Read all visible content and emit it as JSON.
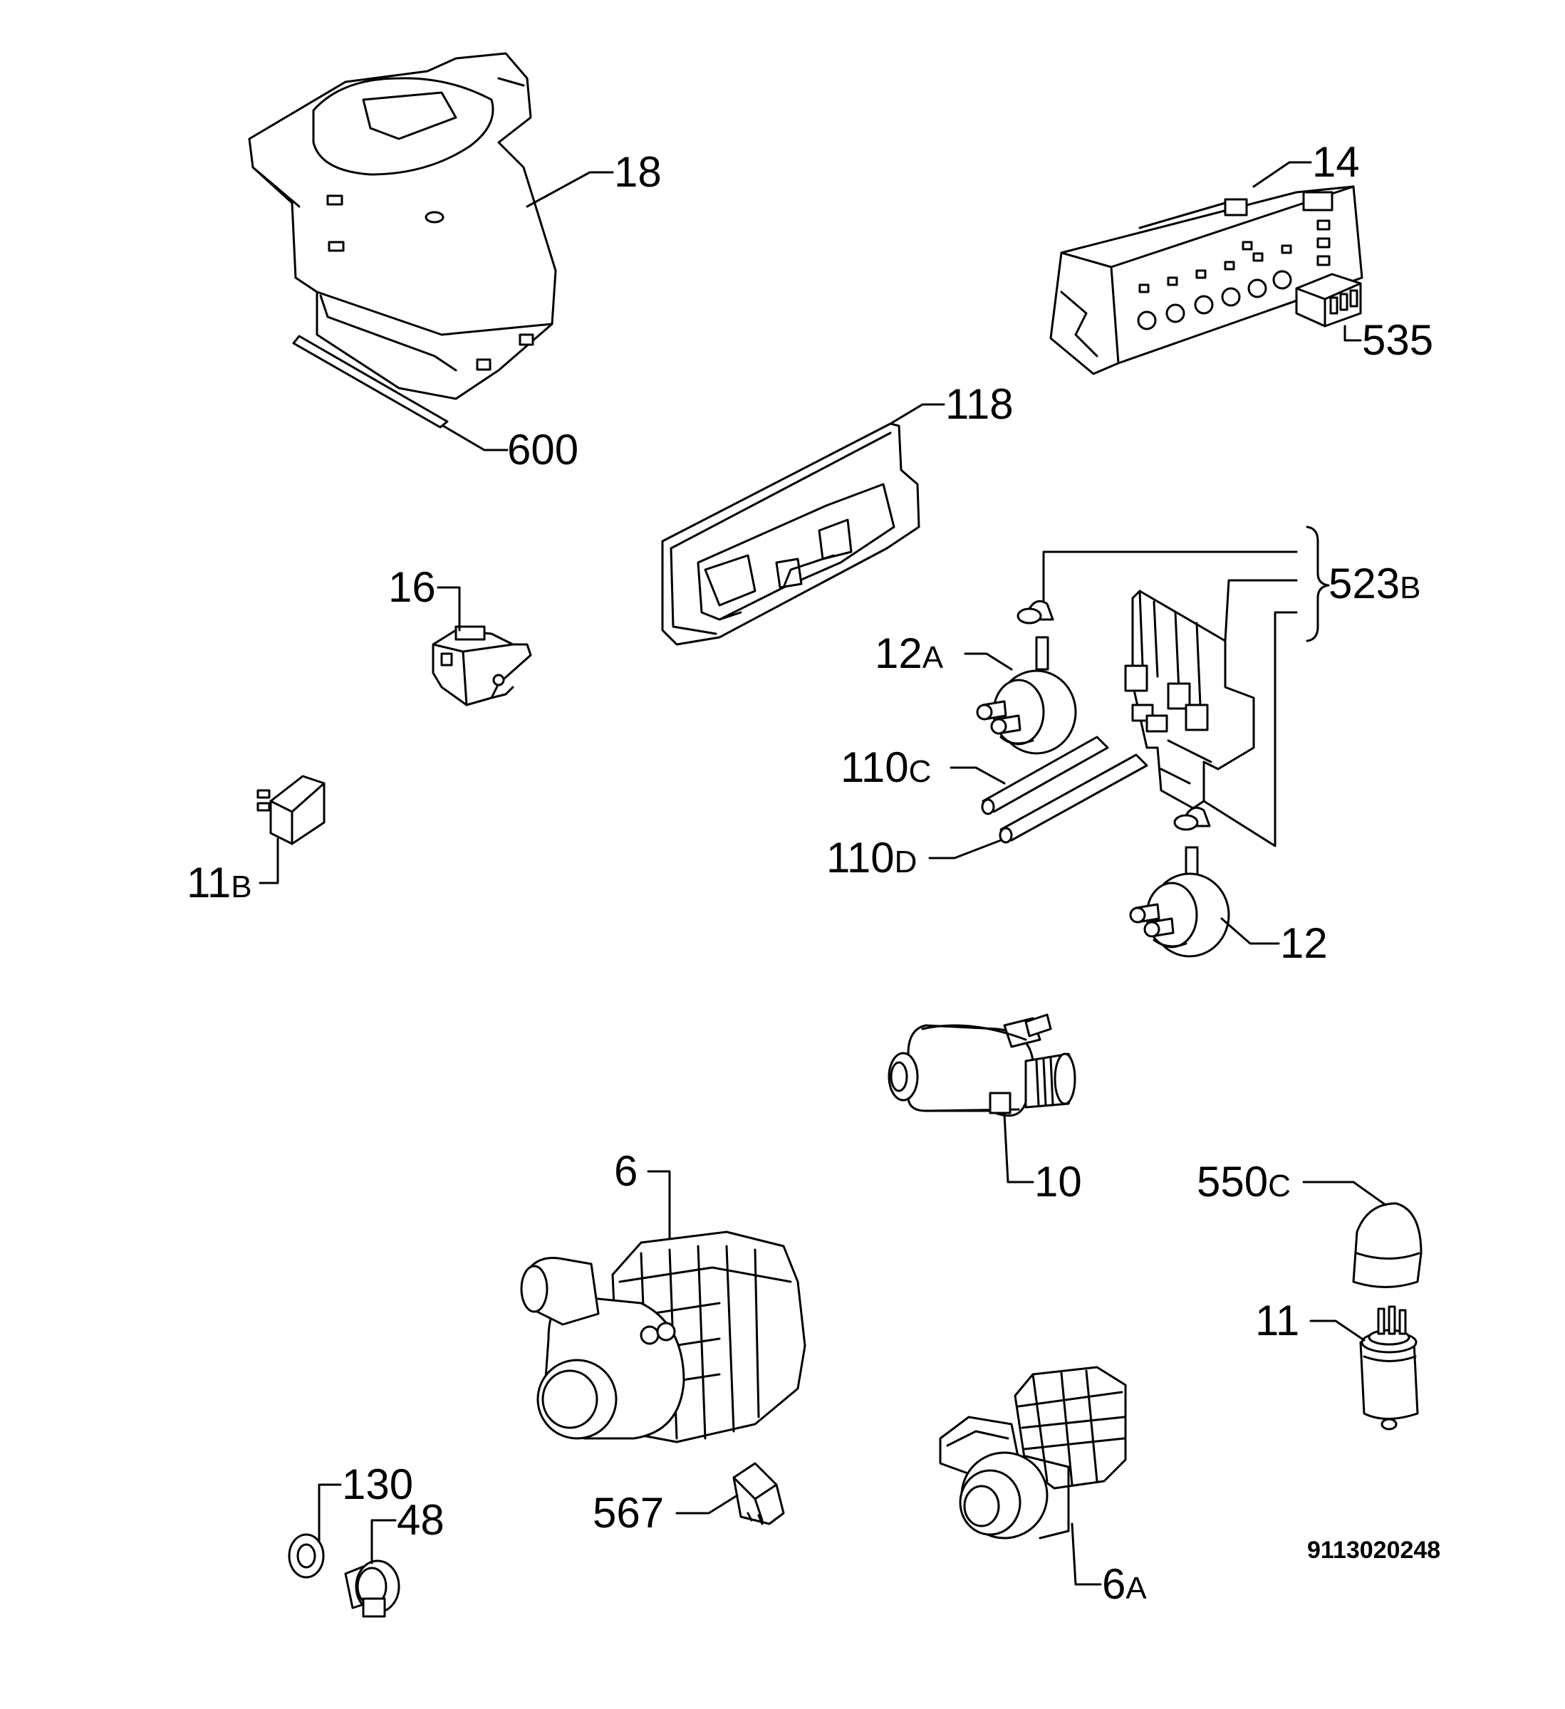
{
  "diagram": {
    "document_number": "9113020248",
    "parts": [
      {
        "id": "p18",
        "number": "18",
        "suffix": ""
      },
      {
        "id": "p600",
        "number": "600",
        "suffix": ""
      },
      {
        "id": "p14",
        "number": "14",
        "suffix": ""
      },
      {
        "id": "p535",
        "number": "535",
        "suffix": ""
      },
      {
        "id": "p118",
        "number": "118",
        "suffix": ""
      },
      {
        "id": "p523b",
        "number": "523",
        "suffix": "B"
      },
      {
        "id": "p16",
        "number": "16",
        "suffix": ""
      },
      {
        "id": "p12a",
        "number": "12",
        "suffix": "A"
      },
      {
        "id": "p110c",
        "number": "110",
        "suffix": "C"
      },
      {
        "id": "p110d",
        "number": "110",
        "suffix": "D"
      },
      {
        "id": "p11b",
        "number": "11",
        "suffix": "B"
      },
      {
        "id": "p12",
        "number": "12",
        "suffix": ""
      },
      {
        "id": "p10",
        "number": "10",
        "suffix": ""
      },
      {
        "id": "p6",
        "number": "6",
        "suffix": ""
      },
      {
        "id": "p550c",
        "number": "550",
        "suffix": "C"
      },
      {
        "id": "p11",
        "number": "11",
        "suffix": ""
      },
      {
        "id": "p130",
        "number": "130",
        "suffix": ""
      },
      {
        "id": "p48",
        "number": "48",
        "suffix": ""
      },
      {
        "id": "p567",
        "number": "567",
        "suffix": ""
      },
      {
        "id": "p6a",
        "number": "6",
        "suffix": "A"
      }
    ]
  }
}
